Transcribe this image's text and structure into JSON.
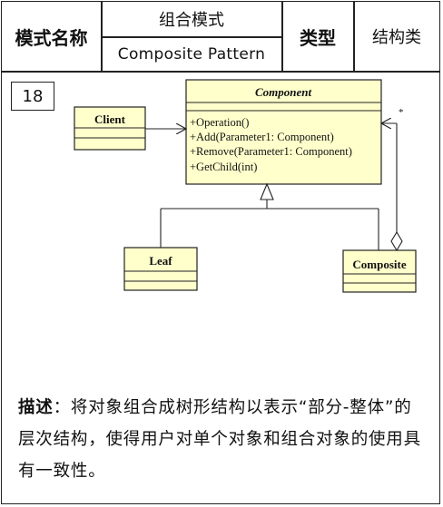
{
  "header": {
    "name_label": "模式名称",
    "name_cn": "组合模式",
    "name_en": "Composite Pattern",
    "type_label": "类型",
    "type_value": "结构类"
  },
  "pattern_number": "18",
  "diagram": {
    "component": {
      "name": "Component",
      "operations": [
        "+Operation()",
        "+Add(Parameter1: Component)",
        "+Remove(Parameter1: Component)",
        "+GetChild(int)"
      ]
    },
    "client": {
      "name": "Client"
    },
    "leaf": {
      "name": "Leaf"
    },
    "composite": {
      "name": "Composite"
    },
    "multiplicity": "*"
  },
  "description": {
    "label": "描述",
    "colon": "：",
    "text": "将对象组合成树形结构以表示“部分-整体”的层次结构，使得用户对单个对象和组合对象的使用具有一致性。"
  },
  "colors": {
    "class_fill": "#ffffcc",
    "border": "#222222"
  }
}
